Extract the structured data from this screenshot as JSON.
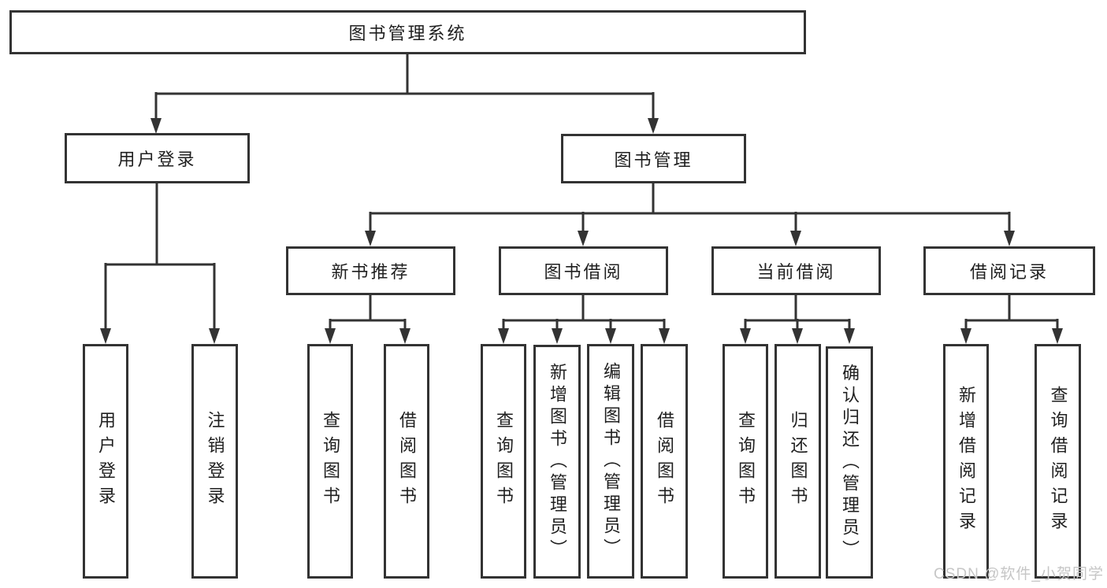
{
  "tree": {
    "label": "图书管理系统",
    "children": [
      {
        "label": "用户登录",
        "children": [
          {
            "label": "用户登录"
          },
          {
            "label": "注销登录"
          }
        ]
      },
      {
        "label": "图书管理",
        "children": [
          {
            "label": "新书推荐",
            "children": [
              {
                "label": "查询图书"
              },
              {
                "label": "借阅图书"
              }
            ]
          },
          {
            "label": "图书借阅",
            "children": [
              {
                "label": "查询图书"
              },
              {
                "label": "新增图书（管理员）"
              },
              {
                "label": "编辑图书（管理员）"
              },
              {
                "label": "借阅图书"
              }
            ]
          },
          {
            "label": "当前借阅",
            "children": [
              {
                "label": "查询图书"
              },
              {
                "label": "归还图书"
              },
              {
                "label": "确认归还（管理员）"
              }
            ]
          },
          {
            "label": "借阅记录",
            "children": [
              {
                "label": "新增借阅记录"
              },
              {
                "label": "查询借阅记录"
              }
            ]
          }
        ]
      }
    ]
  },
  "watermark": "CSDN @软件_小贺同学",
  "colors": {
    "line": "#333333",
    "box_border": "#333333",
    "text": "#1f1f1f",
    "watermark": "#c6c6c6",
    "background": "#ffffff"
  }
}
